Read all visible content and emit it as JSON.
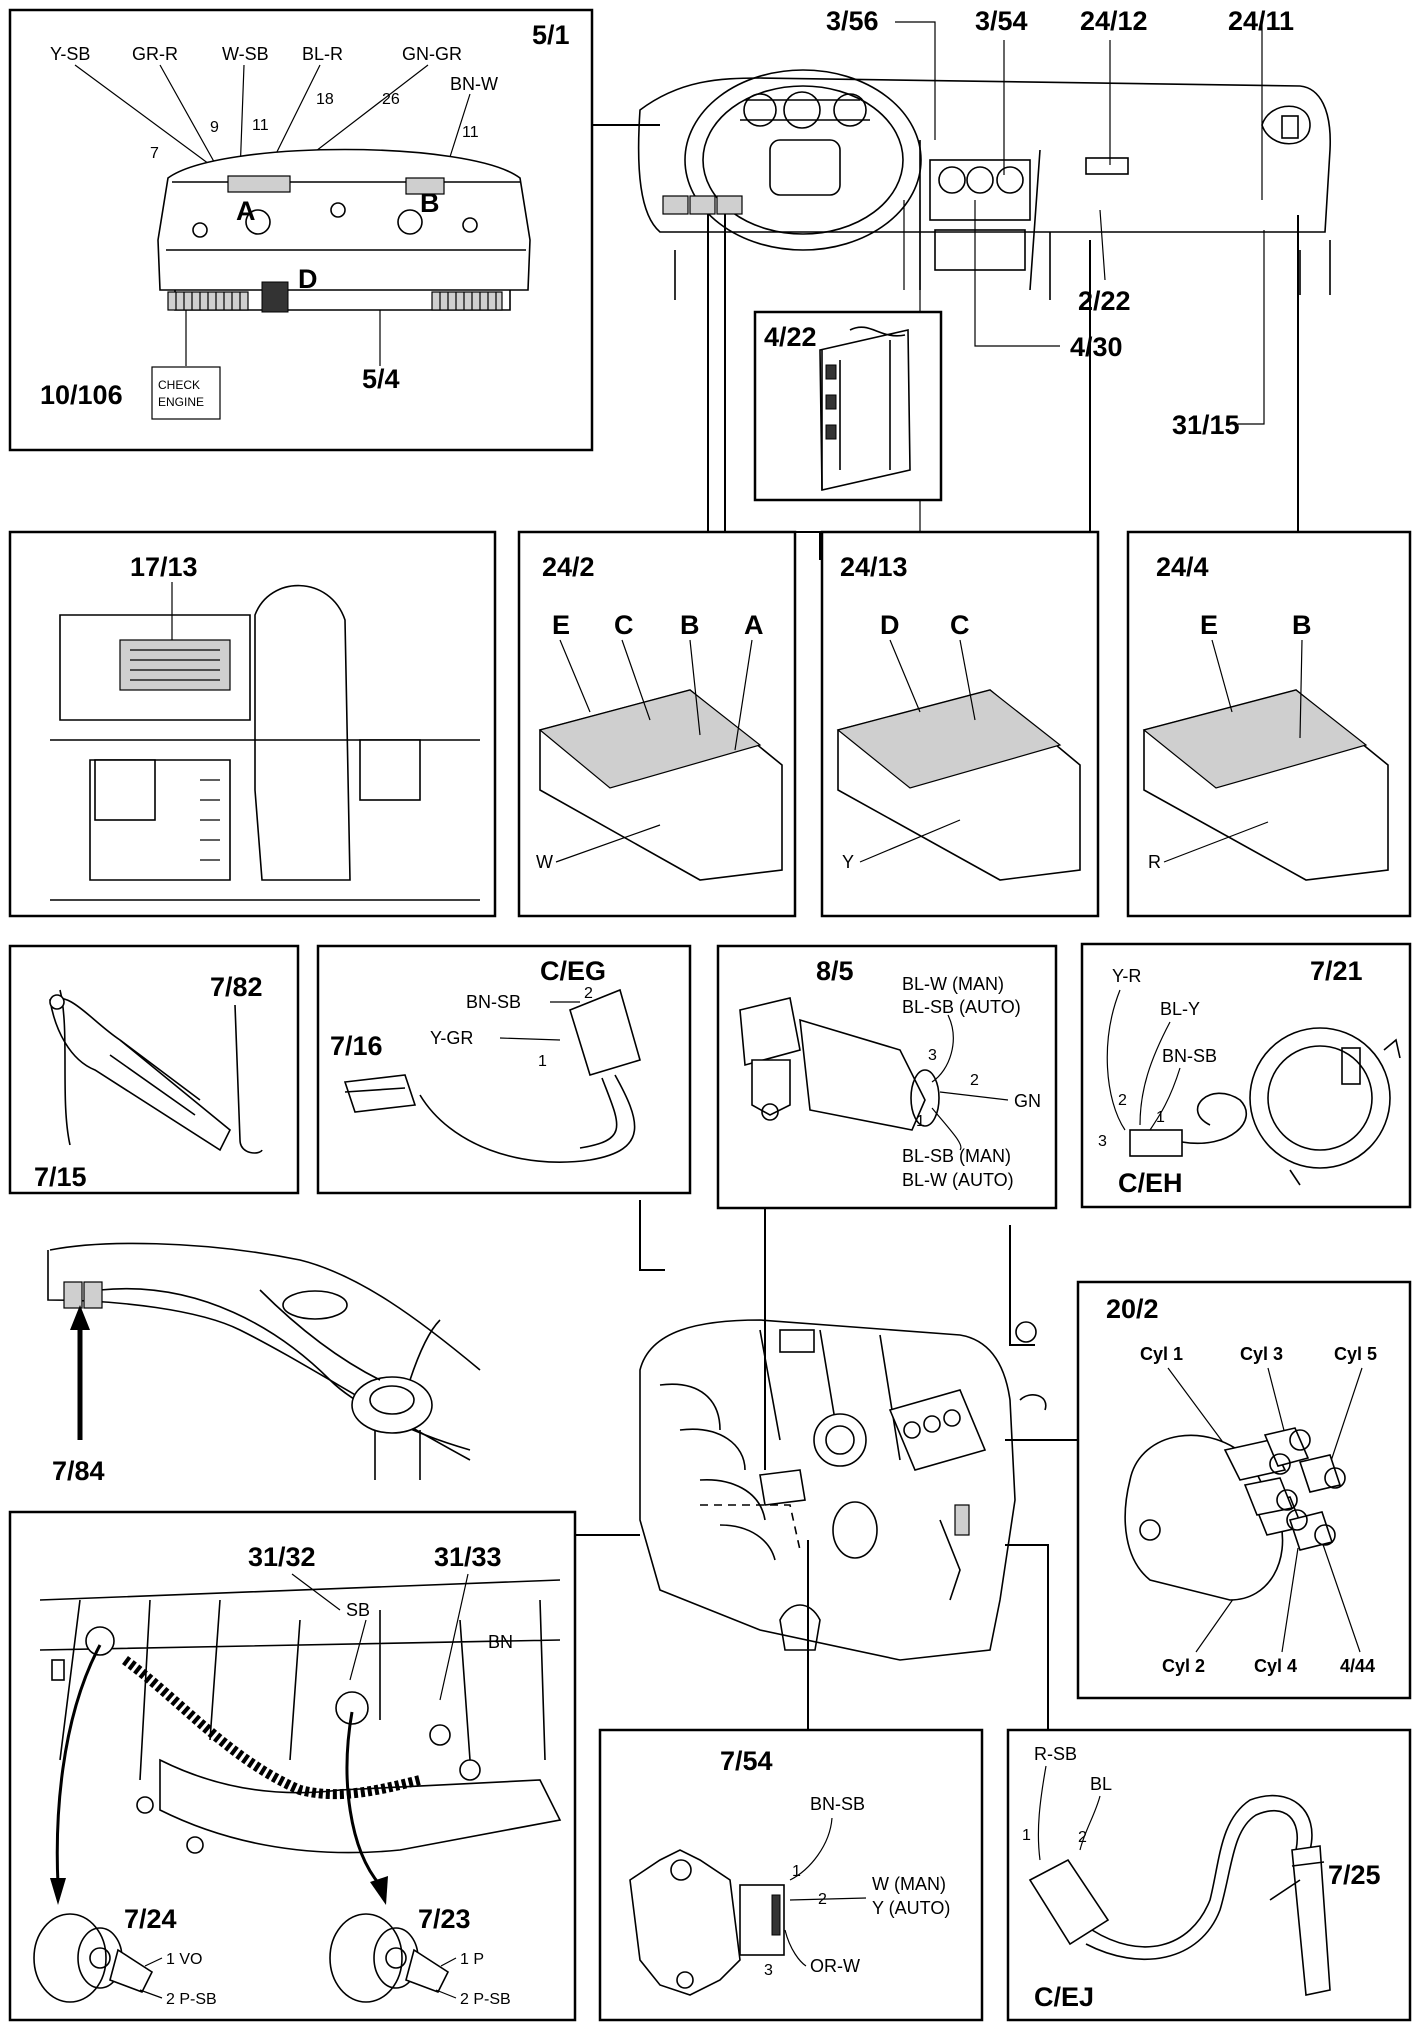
{
  "panels": {
    "cluster": {
      "id": "5/1",
      "wires": [
        "Y-SB",
        "GR-R",
        "W-SB",
        "BL-R",
        "GN-GR",
        "BN-W"
      ],
      "pins": [
        "7",
        "9",
        "11",
        "18",
        "26",
        "11"
      ],
      "connectors": [
        "A",
        "B",
        "D"
      ],
      "ref_bottom": "5/4",
      "ref_left": "10/106",
      "warning_lamp": [
        "CHECK",
        "ENGINE"
      ]
    },
    "dash": {
      "refs": [
        "3/56",
        "3/54",
        "24/12",
        "24/11",
        "2/22",
        "4/30",
        "31/15"
      ]
    },
    "relay": {
      "id": "4/22"
    },
    "diag_socket": {
      "id": "17/13"
    },
    "junction_24_2": {
      "id": "24/2",
      "sections": [
        "E",
        "C",
        "B",
        "A"
      ],
      "color": "W"
    },
    "junction_24_13": {
      "id": "24/13",
      "sections": [
        "D",
        "C"
      ],
      "color": "Y"
    },
    "junction_24_4": {
      "id": "24/4",
      "sections": [
        "E",
        "B"
      ],
      "color": "R"
    },
    "lambda": {
      "top": "7/82",
      "bottom": "7/15"
    },
    "temp_sensor": {
      "connector": "C/EG",
      "id": "7/16",
      "wires": [
        "BN-SB",
        "Y-GR"
      ],
      "pins": [
        "2",
        "1"
      ]
    },
    "idle_valve": {
      "id": "8/5",
      "pin3": [
        "BL-W (MAN)",
        "BL-SB (AUTO)"
      ],
      "pin2": "GN",
      "pin1": [
        "BL-SB (MAN)",
        "BL-W (AUTO)"
      ],
      "pins": [
        "3",
        "2",
        "1"
      ]
    },
    "hall_sensor": {
      "id": "7/21",
      "wires": [
        "Y-R",
        "BL-Y",
        "BN-SB"
      ],
      "pins": [
        "2",
        "1",
        "3"
      ],
      "connector": "C/EH"
    },
    "crank_ref": {
      "id": "7/84"
    },
    "distributor": {
      "id": "20/2",
      "cyls": [
        "Cyl 1",
        "Cyl 3",
        "Cyl 5",
        "Cyl 2",
        "Cyl 4"
      ],
      "coil": "4/44"
    },
    "knock": {
      "left": "31/32",
      "right": "31/33",
      "sb": "SB",
      "bn": "BN",
      "sensor1": "7/24",
      "sensor2": "7/23",
      "s1_pin1": "1 VO",
      "s1_pin2": "2 P-SB",
      "s2_pin1": "1 P",
      "s2_pin2": "2 P-SB"
    },
    "air_sensor": {
      "id": "7/54",
      "wire1": "BN-SB",
      "wire2": [
        "W (MAN)",
        "Y (AUTO)"
      ],
      "wire3": "OR-W",
      "pins": [
        "1",
        "2",
        "3"
      ]
    },
    "rpm_sensor": {
      "id": "7/25",
      "wires": [
        "R-SB",
        "BL"
      ],
      "pins": [
        "1",
        "2"
      ],
      "connector": "C/EJ"
    }
  }
}
